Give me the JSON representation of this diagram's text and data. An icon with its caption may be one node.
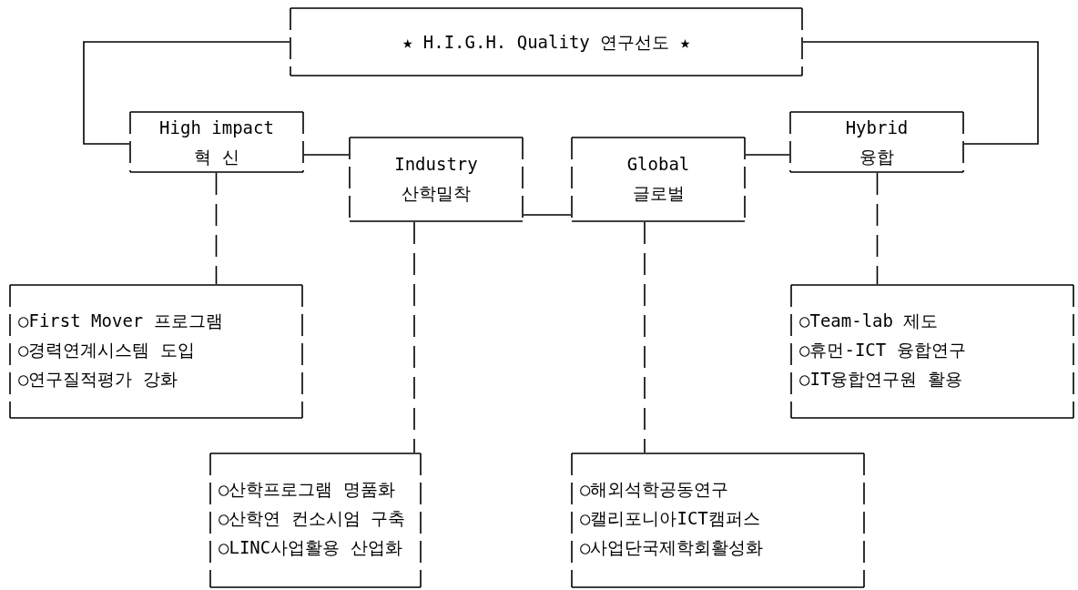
{
  "diagram": {
    "nodes": [
      {
        "text": [
          "★ H.I.G.H. Quality 연구선도 ★"
        ]
      },
      {
        "text": [
          "High impact",
          "혁 신"
        ]
      },
      {
        "text": [
          "Industry",
          "산학밀착"
        ]
      },
      {
        "text": [
          "Global",
          "글로벌"
        ]
      },
      {
        "text": [
          "Hybrid",
          "융합"
        ]
      },
      {
        "text": [
          "○First Mover 프로그램",
          "○경력연계시스템 도입",
          "○연구질적평가 강화"
        ]
      },
      {
        "text": [
          "○산학프로그램 명품화",
          "○산학연 컨소시엄 구축",
          "○LINC사업활용 산업화"
        ]
      },
      {
        "text": [
          "○해외석학공동연구",
          "○캘리포니아ICT캠퍼스",
          "○사업단국제학회활성화"
        ]
      },
      {
        "text": [
          "○Team-lab 제도",
          "○휴먼-ICT 융합연구",
          "○IT융합연구원 활용"
        ]
      }
    ],
    "edges": [
      {
        "from": 0,
        "to": 1,
        "arrow": "none"
      },
      {
        "from": 0,
        "to": 4,
        "arrow": "none"
      },
      {
        "from": 1,
        "to": 2,
        "arrow": "none"
      },
      {
        "from": 2,
        "to": 3,
        "arrow": "none"
      },
      {
        "from": 3,
        "to": 4,
        "arrow": "none"
      },
      {
        "from": 1,
        "to": 5,
        "arrow": "none",
        "style": "dashed"
      },
      {
        "from": 2,
        "to": 6,
        "arrow": "none",
        "style": "dashed"
      },
      {
        "from": 3,
        "to": 7,
        "arrow": "none",
        "style": "dashed"
      },
      {
        "from": 4,
        "to": 8,
        "arrow": "none",
        "style": "dashed"
      }
    ]
  }
}
